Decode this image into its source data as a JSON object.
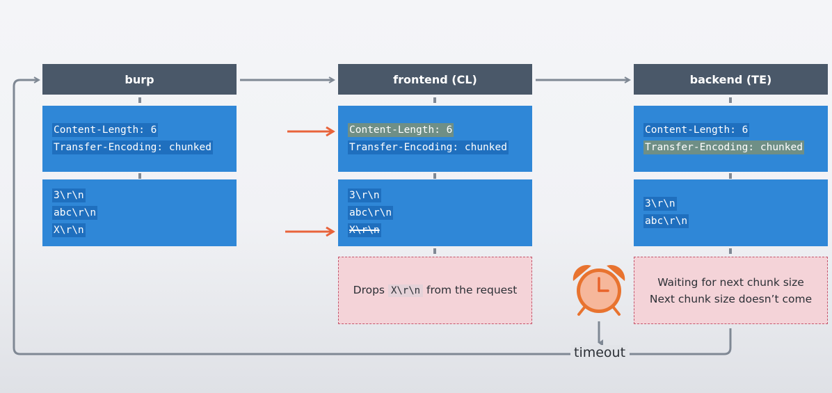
{
  "nodes": {
    "burp": {
      "title": "burp",
      "headers": [
        "Content-Length: 6",
        "Transfer-Encoding: chunked"
      ],
      "body": [
        "3\\r\\n",
        "abc\\r\\n",
        "X\\r\\n"
      ]
    },
    "frontend": {
      "title": "frontend (CL)",
      "headers": [
        "Content-Length: 6",
        "Transfer-Encoding: chunked"
      ],
      "body": [
        "3\\r\\n",
        "abc\\r\\n",
        "X\\r\\n"
      ],
      "note": {
        "before": "Drops",
        "code": "X\\r\\n",
        "after": "from the request"
      }
    },
    "backend": {
      "title": "backend (TE)",
      "headers": [
        "Content-Length: 6",
        "Transfer-Encoding: chunked"
      ],
      "body": [
        "3\\r\\n",
        "abc\\r\\n"
      ],
      "note": {
        "line1": "Waiting for next chunk size",
        "line2": "Next chunk size doesn’t come"
      }
    }
  },
  "timeout_label": "timeout",
  "colors": {
    "header": "#4a5869",
    "box": "#2f87d7",
    "highlight": "#6f8f86",
    "arrow_accent": "#e8633a",
    "note_bg": "#f4d3d8",
    "connector": "#7f8894"
  },
  "icons": {
    "alarm": "alarm-clock-icon"
  }
}
